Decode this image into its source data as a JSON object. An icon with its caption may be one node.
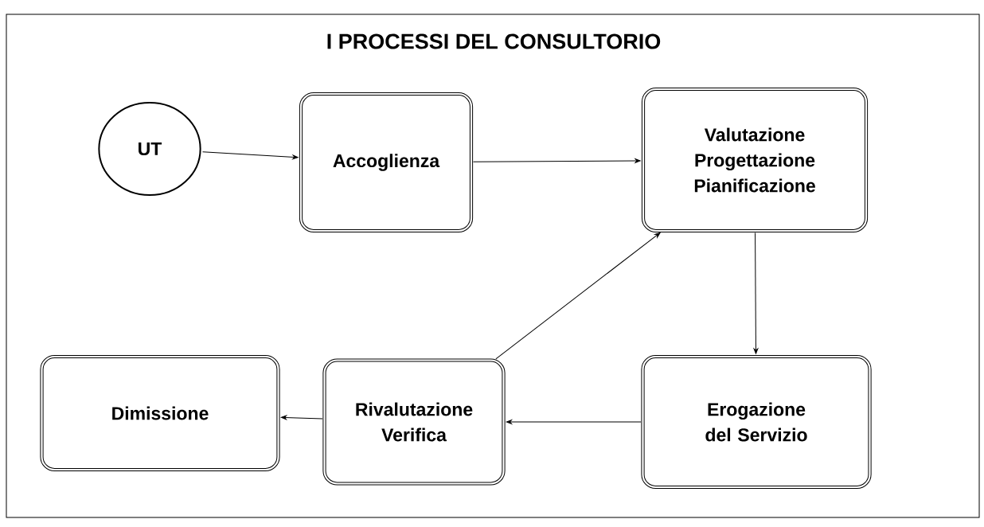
{
  "diagram": {
    "title": "I PROCESSI DEL CONSULTORIO",
    "nodes": [
      {
        "text": [
          "UT"
        ]
      },
      {
        "text": [
          "Accoglienza"
        ]
      },
      {
        "text": [
          "Valutazione Progettazione Pianificazione"
        ]
      },
      {
        "text": [
          "Erogazione del Servizio"
        ]
      },
      {
        "text": [
          "Rivalutazione Verifica"
        ]
      },
      {
        "text": [
          "Dimissione"
        ]
      }
    ],
    "edges": [
      {
        "from": 0,
        "to": 1,
        "arrow": "to"
      },
      {
        "from": 1,
        "to": 2,
        "arrow": "to"
      },
      {
        "from": 2,
        "to": 3,
        "arrow": "to"
      },
      {
        "from": 3,
        "to": 4,
        "arrow": "to"
      },
      {
        "from": 4,
        "to": 5,
        "arrow": "to"
      },
      {
        "from": 4,
        "to": 2,
        "arrow": "to"
      }
    ]
  }
}
